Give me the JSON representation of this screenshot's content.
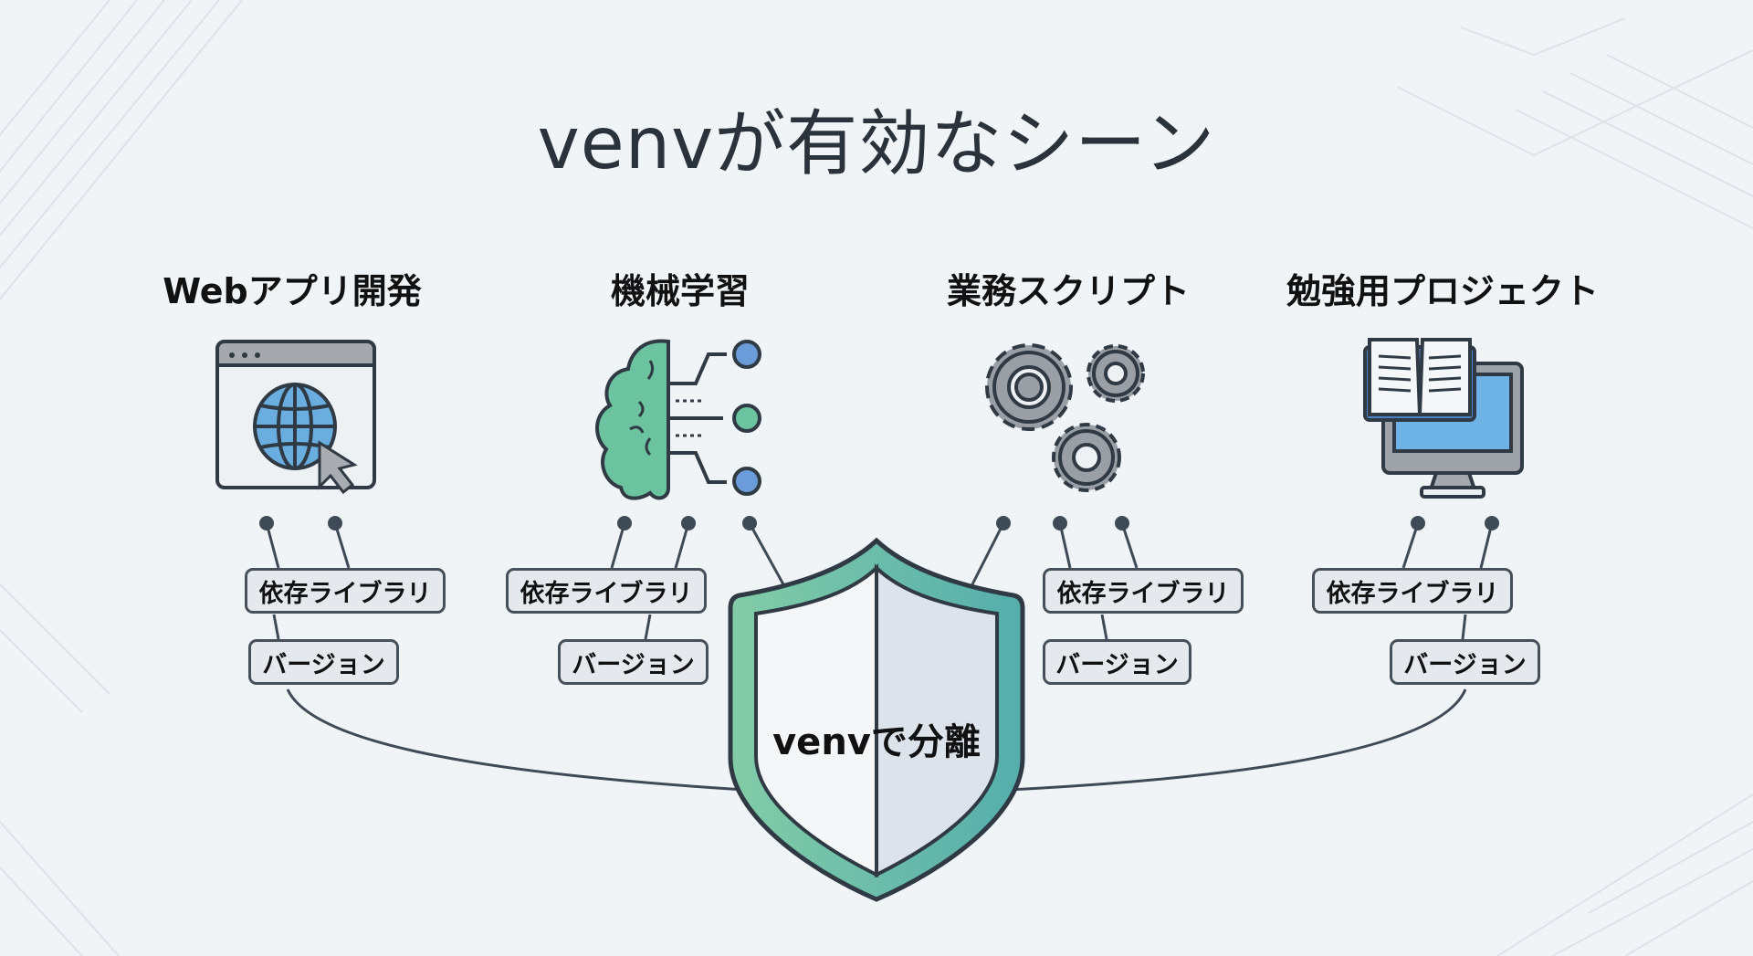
{
  "title": "venvが有効なシーン",
  "scenes": [
    {
      "heading": "Webアプリ開発",
      "icon": "browser-globe-icon",
      "tags": [
        "依存ライブラリ",
        "バージョン"
      ]
    },
    {
      "heading": "機械学習",
      "icon": "brain-network-icon",
      "tags": [
        "依存ライブラリ",
        "バージョン"
      ]
    },
    {
      "heading": "業務スクリプト",
      "icon": "gears-icon",
      "tags": [
        "依存ライブラリ",
        "バージョン"
      ]
    },
    {
      "heading": "勉強用プロジェクト",
      "icon": "book-monitor-icon",
      "tags": [
        "依存ライブラリ",
        "バージョン"
      ]
    }
  ],
  "center": {
    "label": "venvで分離",
    "icon": "shield-icon"
  },
  "colors": {
    "background": "#f1f4f7",
    "text": "#2a323b",
    "outline": "#3a4652",
    "shield_green": "#7cc7a4",
    "shield_teal": "#5ab3ad",
    "globe_blue": "#6aaedf",
    "brain_green": "#6cc3a0",
    "node_blue": "#6b9bd8",
    "gear_gray": "#9a9fa5",
    "tag_fill": "#e5e9ed"
  }
}
